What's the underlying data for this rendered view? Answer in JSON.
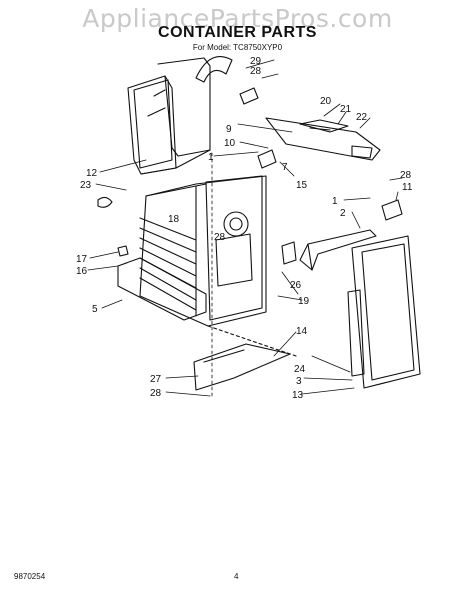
{
  "watermark": "AppliancePartsPros.com",
  "title": "CONTAINER PARTS",
  "subtitle": {
    "prefix": "For Model:",
    "model": "TC8750XYP0"
  },
  "callouts": [
    "29",
    "28",
    "20",
    "21",
    "22",
    "9",
    "10",
    "1",
    "7",
    "28",
    "11",
    "15",
    "12",
    "23",
    "18",
    "1",
    "2",
    "28",
    "17",
    "16",
    "26",
    "19",
    "5",
    "14",
    "24",
    "3",
    "13",
    "27",
    "28"
  ],
  "footer": {
    "code": "9870254",
    "page": "4"
  }
}
